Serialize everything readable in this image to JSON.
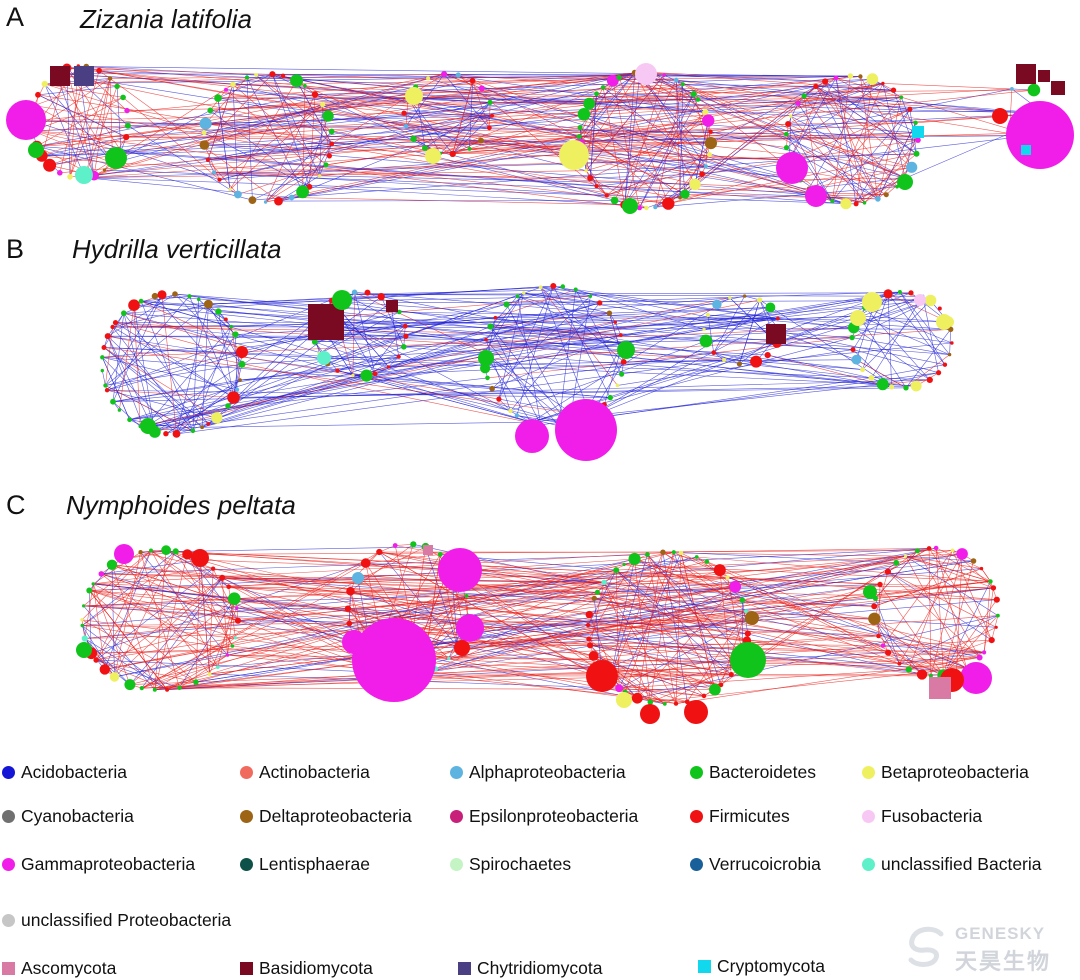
{
  "panels": [
    {
      "id": "a",
      "letter": "A",
      "title": "Zizania latifolia",
      "edge_mix": 0.55
    },
    {
      "id": "b",
      "letter": "B",
      "title": "Hydrilla verticillata",
      "edge_mix": 0.1
    },
    {
      "id": "c",
      "letter": "C",
      "title": "Nymphoides peltata",
      "edge_mix": 0.78
    }
  ],
  "edge_colors": {
    "positive": "#e8211e",
    "negative": "#2424d6"
  },
  "legend": [
    {
      "label": "Acidobacteria",
      "color": "#1515d6",
      "shape": "circle"
    },
    {
      "label": "Actinobacteria",
      "color": "#f06a5e",
      "shape": "circle"
    },
    {
      "label": "Alphaproteobacteria",
      "color": "#5db4e0",
      "shape": "circle"
    },
    {
      "label": "Bacteroidetes",
      "color": "#11c41b",
      "shape": "circle"
    },
    {
      "label": "Betaproteobacteria",
      "color": "#eef060",
      "shape": "circle"
    },
    {
      "label": "Cyanobacteria",
      "color": "#707070",
      "shape": "circle"
    },
    {
      "label": "Deltaproteobacteria",
      "color": "#9c6414",
      "shape": "circle"
    },
    {
      "label": "Epsilonproteobacteria",
      "color": "#c8207a",
      "shape": "circle"
    },
    {
      "label": "Firmicutes",
      "color": "#f01212",
      "shape": "circle"
    },
    {
      "label": "Fusobacteria",
      "color": "#f8c8f4",
      "shape": "circle"
    },
    {
      "label": "Gammaproteobacteria",
      "color": "#f01ee8",
      "shape": "circle"
    },
    {
      "label": "Lentisphaerae",
      "color": "#0e5148",
      "shape": "circle"
    },
    {
      "label": "Spirochaetes",
      "color": "#c4f4c4",
      "shape": "circle"
    },
    {
      "label": "Verrucoicrobia",
      "color": "#19609a",
      "shape": "circle"
    },
    {
      "label": "unclassified Bacteria",
      "color": "#5ef0c8",
      "shape": "circle"
    },
    {
      "label": "unclassified Proteobacteria",
      "color": "#c6c6c6",
      "shape": "circle"
    },
    {
      "label": "Ascomycota",
      "color": "#d87aa4",
      "shape": "square"
    },
    {
      "label": "Basidiomycota",
      "color": "#7a0a22",
      "shape": "square"
    },
    {
      "label": "Chytridiomycota",
      "color": "#4a3f82",
      "shape": "square"
    },
    {
      "label": "Cryptomycota",
      "color": "#12d8ee",
      "shape": "square"
    }
  ],
  "watermark": {
    "brand": "GENESKY",
    "cn": "天昊生物"
  }
}
